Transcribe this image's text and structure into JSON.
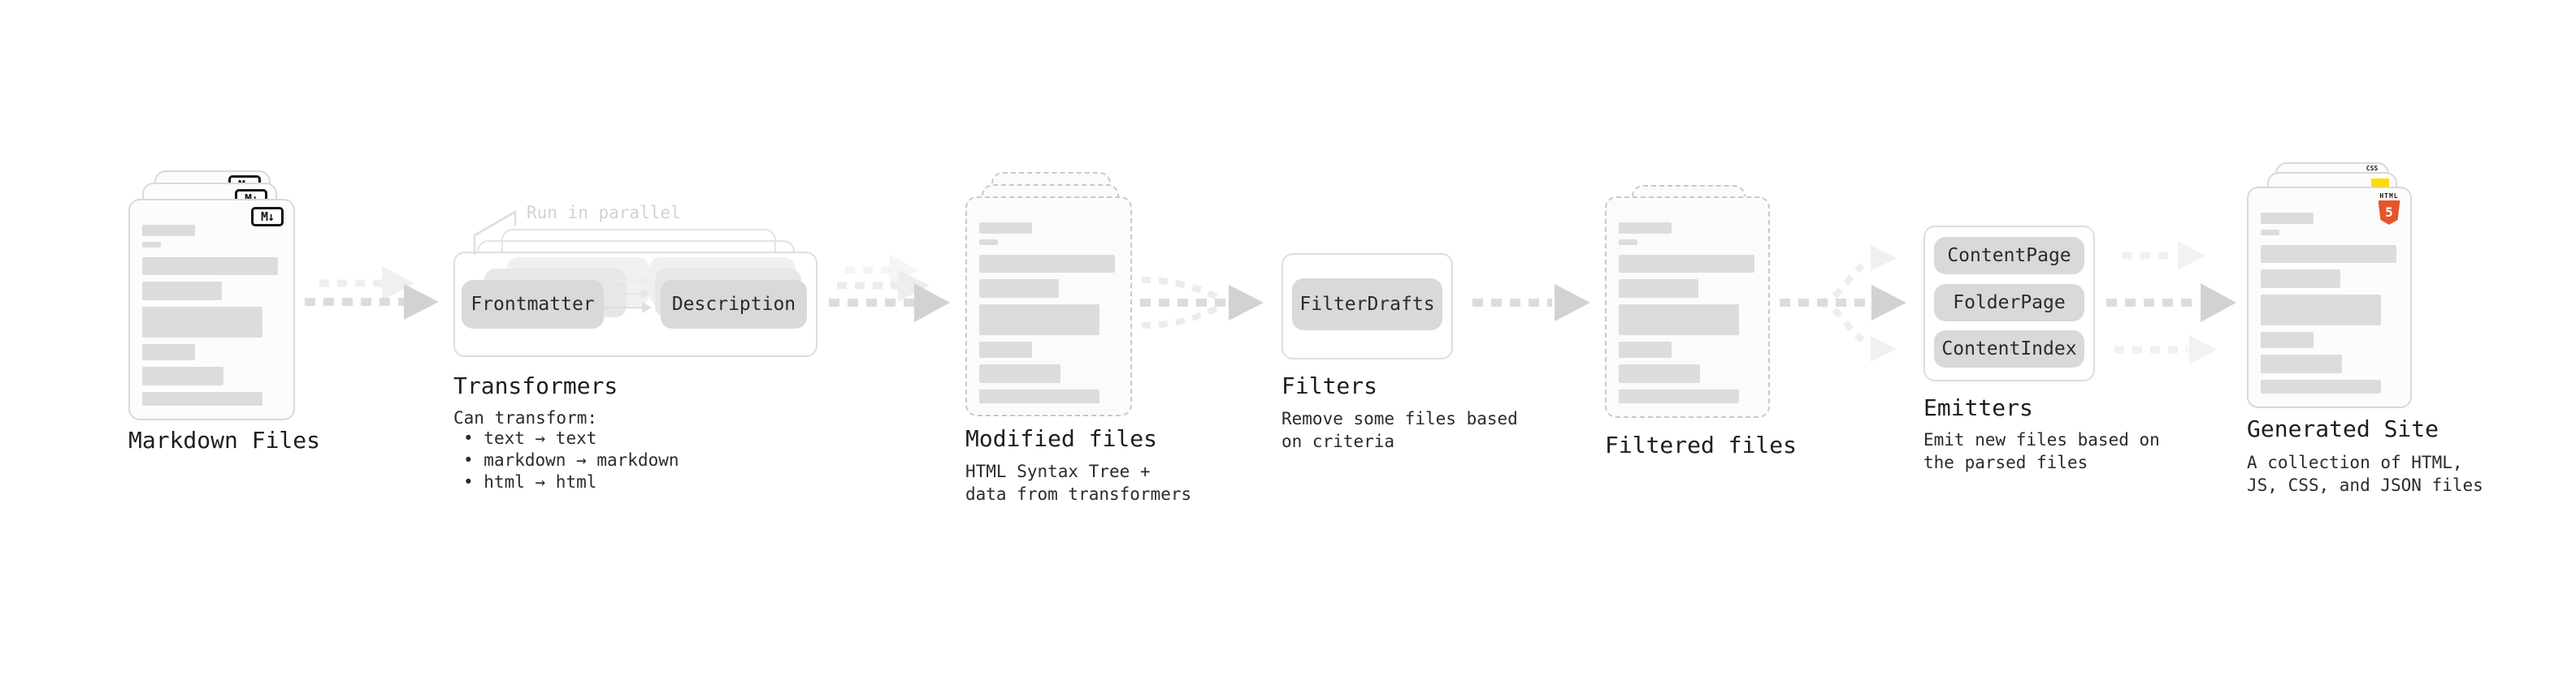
{
  "pipeline": {
    "markdown_files": {
      "label": "Markdown Files",
      "badge": "M↓"
    },
    "transformers": {
      "title": "Transformers",
      "annotation": "Run in parallel",
      "box_frontmatter": "Frontmatter",
      "box_description": "Description",
      "heading": "Can transform:",
      "bullets": [
        "text → text",
        "markdown → markdown",
        "html → html"
      ]
    },
    "modified_files": {
      "title": "Modified files",
      "description_lines": [
        "HTML Syntax Tree +",
        "data from transformers"
      ]
    },
    "filters": {
      "title": "Filters",
      "box": "FilterDrafts",
      "description_lines": [
        "Remove some files based",
        "on criteria"
      ]
    },
    "filtered_files": {
      "title": "Filtered files"
    },
    "emitters": {
      "title": "Emitters",
      "boxes": [
        "ContentPage",
        "FolderPage",
        "ContentIndex"
      ],
      "description_lines": [
        "Emit new files based on",
        "the parsed files"
      ]
    },
    "generated_site": {
      "title": "Generated Site",
      "description_lines": [
        "A collection of HTML,",
        "JS, CSS, and JSON files"
      ],
      "css_badge": "CSS",
      "html_badge": "HTML",
      "html_number": "5"
    }
  },
  "colors": {
    "css_blue": "#2d6bff",
    "js_yellow": "#ffdb00",
    "html5_orange": "#e8542a",
    "arrow_gray": "#d2d2d2"
  }
}
